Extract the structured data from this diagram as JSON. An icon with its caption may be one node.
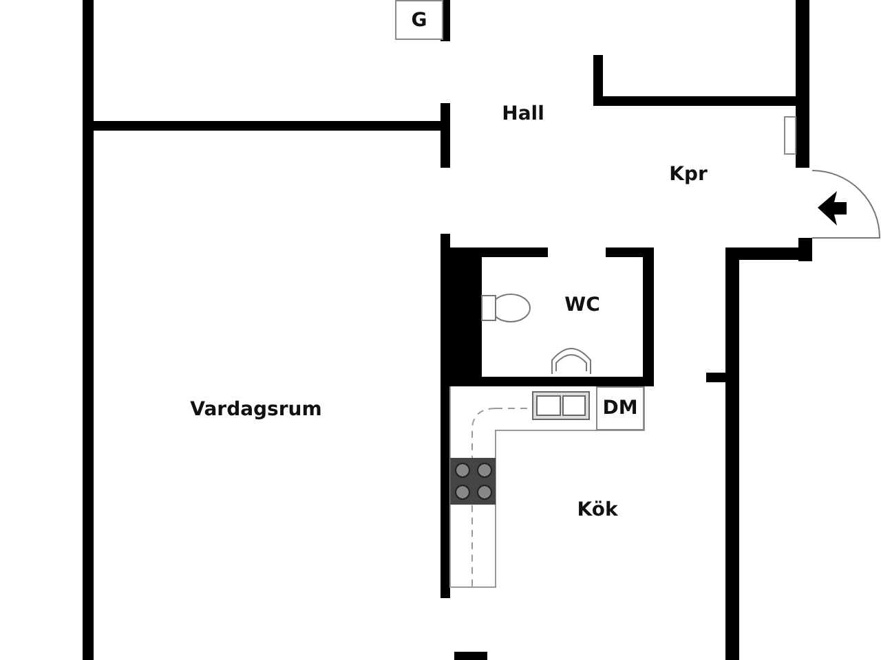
{
  "diagram": {
    "nodes": [
      {
        "text": [
          "G"
        ]
      },
      {
        "text": [
          "DM"
        ]
      }
    ],
    "labels": [
      "Hall",
      "Kpr",
      "WC",
      "Vardagsrum",
      "Kök"
    ]
  }
}
